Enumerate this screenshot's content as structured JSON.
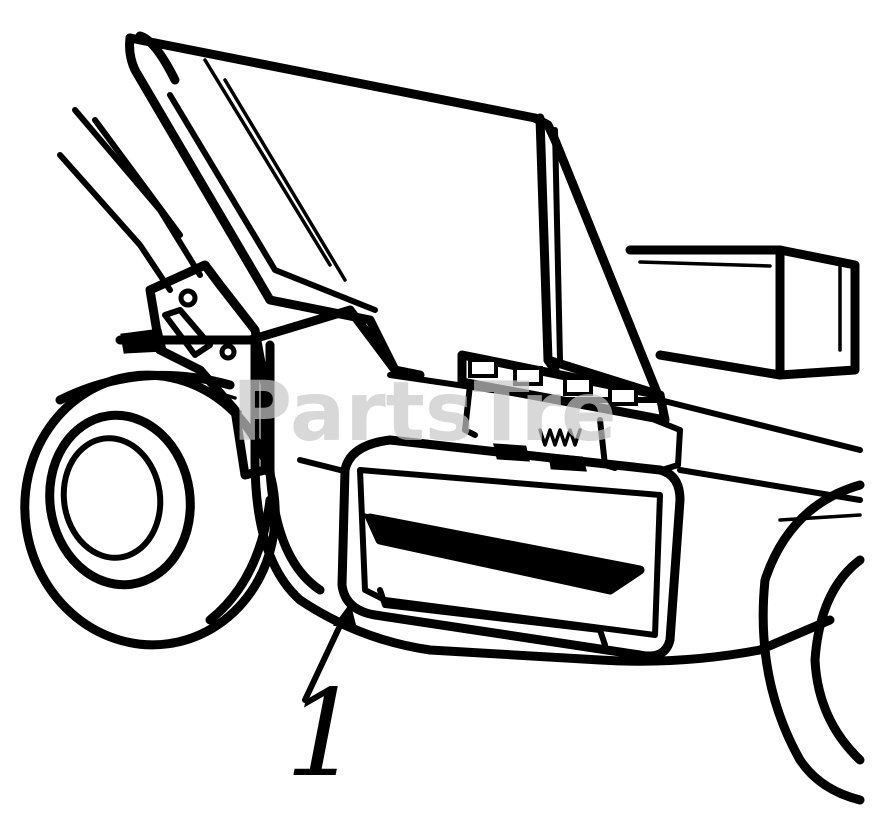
{
  "diagram": {
    "watermark": "PartsTre",
    "callouts": [
      {
        "label": "1",
        "target": "front-bumper-bracket"
      }
    ],
    "parts": [
      "front-wheel",
      "rear-wheel",
      "grass-bag-frame",
      "deck-housing",
      "engine-cover",
      "bumper-bracket",
      "hinge-spring",
      "handle-bracket"
    ],
    "colors": {
      "line": "#000000",
      "background": "#ffffff",
      "watermark": "#c8c8c8"
    }
  }
}
